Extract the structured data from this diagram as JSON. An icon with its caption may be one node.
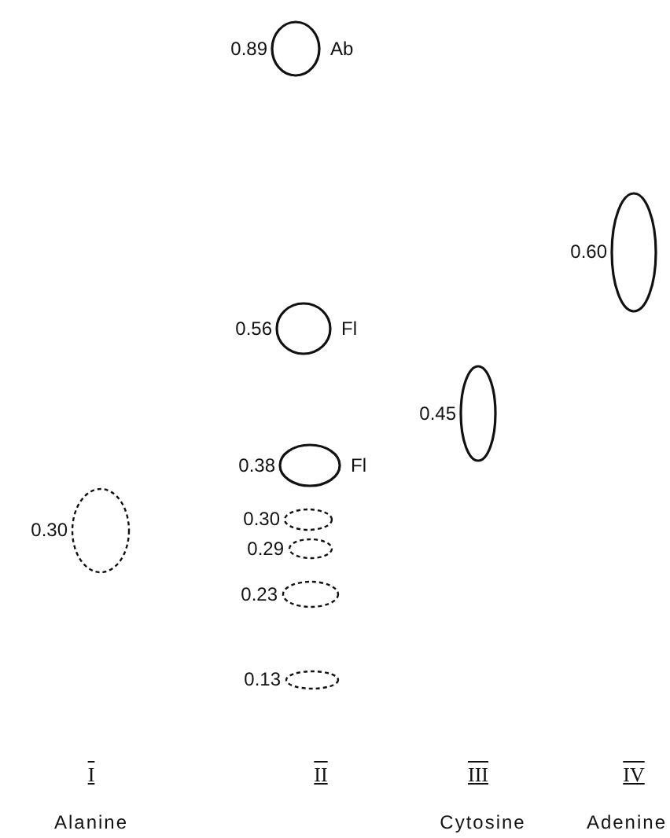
{
  "diagram": {
    "nodes": [
      {
        "text": [],
        "shape": "ellipse",
        "beside": [
          "0.89",
          "Ab"
        ]
      },
      {
        "text": [],
        "shape": "ellipse",
        "beside": [
          "0.60"
        ]
      },
      {
        "text": [],
        "shape": "ellipse",
        "beside": [
          "0.56",
          "Fl"
        ]
      },
      {
        "text": [],
        "shape": "ellipse",
        "beside": [
          "0.45"
        ]
      },
      {
        "text": [],
        "shape": "ellipse",
        "beside": [
          "0.38",
          "Fl"
        ]
      },
      {
        "text": [],
        "shape": "ellipse",
        "beside": [
          "0.30"
        ]
      },
      {
        "text": [],
        "shape": "ellipse",
        "beside": [
          "0.30"
        ]
      },
      {
        "text": [],
        "shape": "ellipse",
        "beside": [
          "0.29"
        ]
      },
      {
        "text": [],
        "shape": "ellipse",
        "beside": [
          "0.23"
        ]
      },
      {
        "text": [],
        "shape": "ellipse",
        "beside": [
          "0.13"
        ]
      }
    ],
    "labels": [
      "I",
      "II",
      "III",
      "IV",
      "Alanine",
      "Cytosine",
      "Adenine"
    ]
  }
}
